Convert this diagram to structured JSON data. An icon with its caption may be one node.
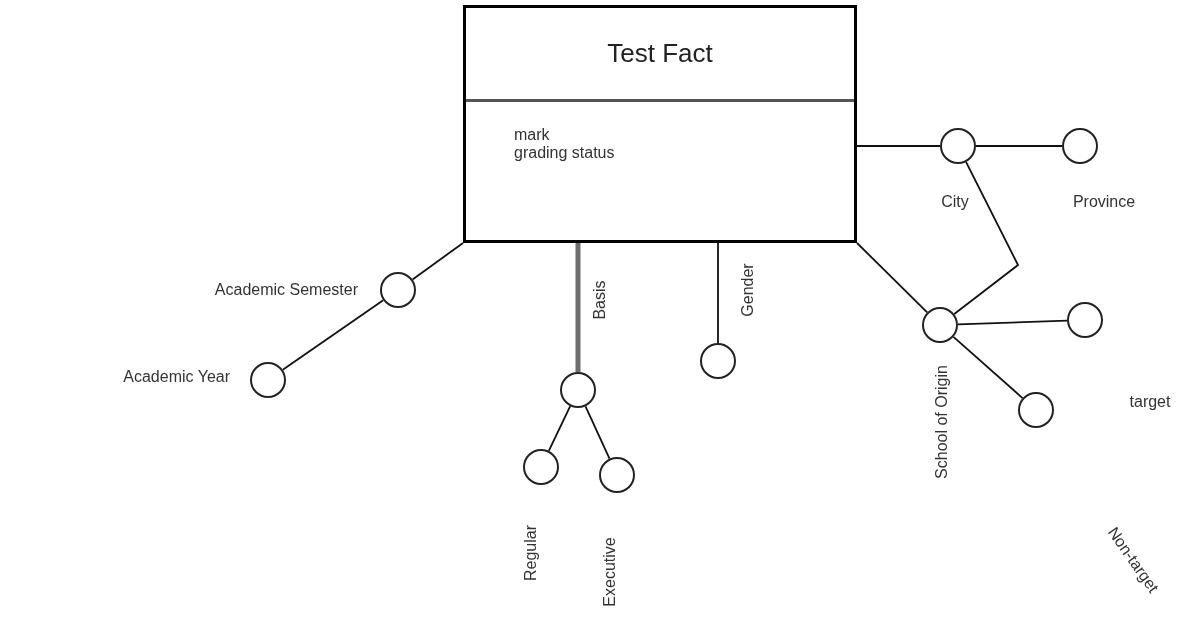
{
  "diagram": {
    "nodes": [
      {
        "text": [
          "Test Fact",
          "mark",
          "grading status"
        ]
      },
      {
        "text": [],
        "shape": "circle",
        "beside": [
          "Academic Semester"
        ]
      },
      {
        "text": [],
        "shape": "circle",
        "beside": [
          "Academic Year"
        ]
      },
      {
        "text": [],
        "shape": "circle",
        "beside": [
          "Basis"
        ]
      },
      {
        "text": [],
        "shape": "circle",
        "beside": [
          "Regular"
        ]
      },
      {
        "text": [],
        "shape": "circle",
        "beside": [
          "Executive"
        ]
      },
      {
        "text": [],
        "shape": "circle",
        "beside": [
          "Gender"
        ]
      },
      {
        "text": [],
        "shape": "circle",
        "beside": [
          "City"
        ]
      },
      {
        "text": [],
        "shape": "circle",
        "beside": [
          "Province"
        ]
      },
      {
        "text": [],
        "shape": "circle",
        "beside": [
          "School of Origin"
        ]
      },
      {
        "text": [],
        "shape": "circle"
      },
      {
        "text": [],
        "shape": "circle"
      }
    ],
    "edges": [
      {
        "from": 0,
        "to": 1,
        "arrow": "none"
      },
      {
        "from": 1,
        "to": 2,
        "arrow": "none"
      },
      {
        "from": 0,
        "to": 3,
        "arrow": "none",
        "style": "thick",
        "color": "#6e6e6e"
      },
      {
        "from": 3,
        "to": 4,
        "arrow": "none"
      },
      {
        "from": 3,
        "to": 5,
        "arrow": "none"
      },
      {
        "from": 0,
        "to": 6,
        "arrow": "none"
      },
      {
        "from": 0,
        "to": 7,
        "arrow": "none"
      },
      {
        "from": 7,
        "to": 8,
        "arrow": "none"
      },
      {
        "from": 7,
        "to": 9,
        "arrow": "none"
      },
      {
        "from": 0,
        "to": 9,
        "arrow": "none"
      },
      {
        "from": 9,
        "to": 10,
        "arrow": "none"
      },
      {
        "from": 9,
        "to": 11,
        "arrow": "none"
      }
    ],
    "labels": [
      "target",
      "Non-target"
    ]
  }
}
